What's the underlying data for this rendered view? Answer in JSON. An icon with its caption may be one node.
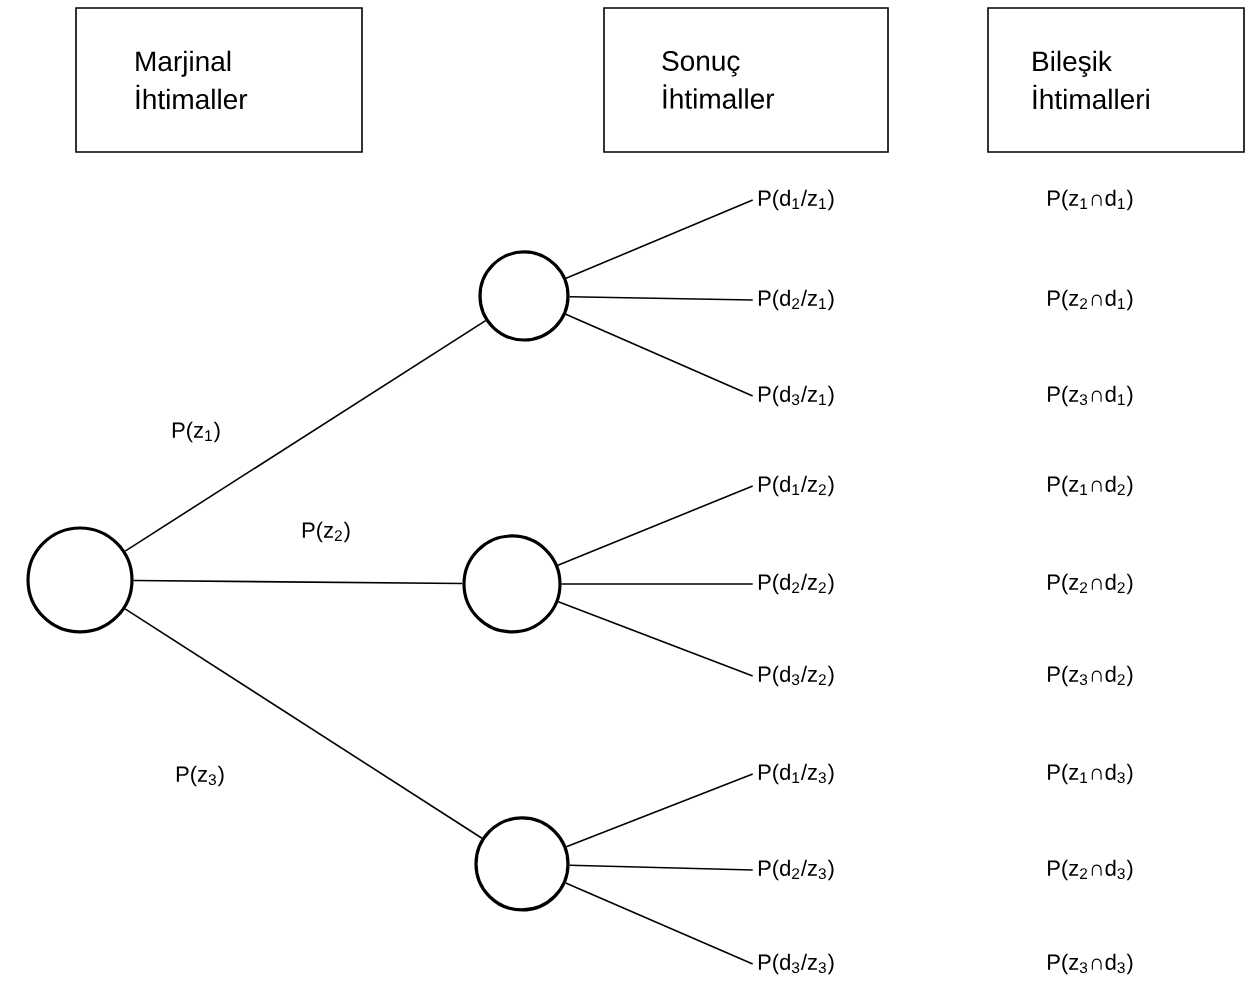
{
  "diagram": {
    "nodes": [
      {
        "text": [
          "Marjinal İhtimaller"
        ]
      },
      {
        "text": [
          "Sonuç İhtimaller"
        ]
      },
      {
        "text": [
          "Bileşik İhtimalleri"
        ]
      },
      {
        "text": [],
        "shape": "circle"
      },
      {
        "text": [],
        "shape": "circle"
      },
      {
        "text": [],
        "shape": "circle"
      },
      {
        "text": [],
        "shape": "circle"
      },
      {
        "text": [
          "P(d$_{1}$/z$_{1}$)"
        ]
      },
      {
        "text": [
          "P(d$_{2}$/z$_{1}$)"
        ]
      },
      {
        "text": [
          "P(d$_{3}$/z$_{1}$)"
        ]
      },
      {
        "text": [
          "P(d$_{1}$/z$_{2}$)"
        ]
      },
      {
        "text": [
          "P(d$_{2}$/z$_{2}$)"
        ]
      },
      {
        "text": [
          "P(d$_{3}$/z$_{2}$)"
        ]
      },
      {
        "text": [
          "P(d$_{1}$/z$_{3}$)"
        ]
      },
      {
        "text": [
          "P(d$_{2}$/z$_{3}$)"
        ]
      },
      {
        "text": [
          "P(d$_{3}$/z$_{3}$)"
        ]
      }
    ],
    "edges": [
      {
        "from": 3,
        "to": 4,
        "arrow": "none",
        "label": "P(z$_{1}$)"
      },
      {
        "from": 3,
        "to": 5,
        "arrow": "none",
        "label": "P(z$_{2}$)"
      },
      {
        "from": 3,
        "to": 6,
        "arrow": "none",
        "label": "P(z$_{3}$)"
      },
      {
        "from": 4,
        "to": 7,
        "arrow": "none"
      },
      {
        "from": 4,
        "to": 8,
        "arrow": "none"
      },
      {
        "from": 4,
        "to": 9,
        "arrow": "none"
      },
      {
        "from": 5,
        "to": 10,
        "arrow": "none"
      },
      {
        "from": 5,
        "to": 11,
        "arrow": "none"
      },
      {
        "from": 5,
        "to": 12,
        "arrow": "none"
      },
      {
        "from": 6,
        "to": 13,
        "arrow": "none"
      },
      {
        "from": 6,
        "to": 14,
        "arrow": "none"
      },
      {
        "from": 6,
        "to": 15,
        "arrow": "none"
      }
    ],
    "labels": [
      "P(z$_{1}$∩d$_{1}$)",
      "P(z$_{2}$∩d$_{1}$)",
      "P(z$_{3}$∩d$_{1}$)",
      "P(z$_{1}$∩d$_{2}$)",
      "P(z$_{2}$∩d$_{2}$)",
      "P(z$_{3}$∩d$_{2}$)",
      "P(z$_{1}$∩d$_{3}$)",
      "P(z$_{2}$∩d$_{3}$)",
      "P(z$_{3}$∩d$_{3}$)"
    ]
  }
}
